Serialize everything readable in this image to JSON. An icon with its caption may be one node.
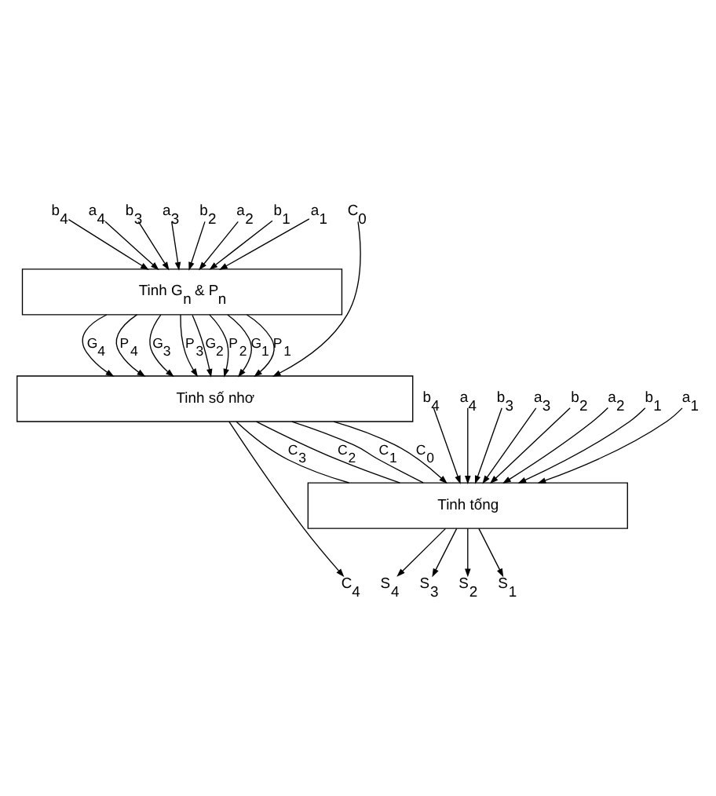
{
  "diagram": {
    "nodes": [
      {
        "text": [
          "b$_{4}$"
        ]
      },
      {
        "text": [
          "a$_{4}$"
        ]
      },
      {
        "text": [
          "b$_{3}$"
        ]
      },
      {
        "text": [
          "a$_{3}$"
        ]
      },
      {
        "text": [
          "b$_{2}$"
        ]
      },
      {
        "text": [
          "a$_{2}$"
        ]
      },
      {
        "text": [
          "b$_{1}$"
        ]
      },
      {
        "text": [
          "a$_{1}$"
        ]
      },
      {
        "text": [
          "C$_{0}$"
        ]
      },
      {
        "text": [
          "Tinh G$_{n}$ & P$_{n}$"
        ]
      },
      {
        "text": [
          "Tinh số nhơ"
        ]
      },
      {
        "text": [
          "b$_{4}$"
        ]
      },
      {
        "text": [
          "a$_{4}$"
        ]
      },
      {
        "text": [
          "b$_{3}$"
        ]
      },
      {
        "text": [
          "a$_{3}$"
        ]
      },
      {
        "text": [
          "b$_{2}$"
        ]
      },
      {
        "text": [
          "a$_{2}$"
        ]
      },
      {
        "text": [
          "b$_{1}$"
        ]
      },
      {
        "text": [
          "a$_{1}$"
        ]
      },
      {
        "text": [
          "Tinh tống"
        ]
      },
      {
        "text": [
          "C$_{4}$"
        ]
      },
      {
        "text": [
          "S$_{4}$"
        ]
      },
      {
        "text": [
          "S$_{3}$"
        ]
      },
      {
        "text": [
          "S$_{2}$"
        ]
      },
      {
        "text": [
          "S$_{1}$"
        ]
      }
    ],
    "edges": [
      {
        "from": 0,
        "to": 9,
        "arrow": "to"
      },
      {
        "from": 1,
        "to": 9,
        "arrow": "to"
      },
      {
        "from": 2,
        "to": 9,
        "arrow": "to"
      },
      {
        "from": 3,
        "to": 9,
        "arrow": "to"
      },
      {
        "from": 4,
        "to": 9,
        "arrow": "to"
      },
      {
        "from": 5,
        "to": 9,
        "arrow": "to"
      },
      {
        "from": 6,
        "to": 9,
        "arrow": "to"
      },
      {
        "from": 7,
        "to": 9,
        "arrow": "to"
      },
      {
        "from": 8,
        "to": 10,
        "arrow": "to"
      },
      {
        "from": 9,
        "to": 10,
        "arrow": "to",
        "label": "G$_{4}$"
      },
      {
        "from": 9,
        "to": 10,
        "arrow": "to",
        "label": "P$_{4}$"
      },
      {
        "from": 9,
        "to": 10,
        "arrow": "to",
        "label": "G$_{3}$"
      },
      {
        "from": 9,
        "to": 10,
        "arrow": "to",
        "label": "P$_{3}$"
      },
      {
        "from": 9,
        "to": 10,
        "arrow": "to",
        "label": "G$_{2}$"
      },
      {
        "from": 9,
        "to": 10,
        "arrow": "to",
        "label": "P$_{2}$"
      },
      {
        "from": 9,
        "to": 10,
        "arrow": "to",
        "label": "G$_{1}$"
      },
      {
        "from": 9,
        "to": 10,
        "arrow": "to",
        "label": "P$_{1}$"
      },
      {
        "from": 10,
        "to": 20,
        "arrow": "to"
      },
      {
        "from": 11,
        "to": 19,
        "arrow": "to"
      },
      {
        "from": 12,
        "to": 19,
        "arrow": "to"
      },
      {
        "from": 10,
        "to": 19,
        "arrow": "none",
        "label": "C$_{3}$"
      },
      {
        "from": 13,
        "to": 19,
        "arrow": "to"
      },
      {
        "from": 14,
        "to": 19,
        "arrow": "to"
      },
      {
        "from": 10,
        "to": 19,
        "arrow": "none",
        "label": "C$_{2}$"
      },
      {
        "from": 15,
        "to": 19,
        "arrow": "to"
      },
      {
        "from": 16,
        "to": 19,
        "arrow": "to"
      },
      {
        "from": 10,
        "to": 19,
        "arrow": "none",
        "label": "C$_{1}$"
      },
      {
        "from": 17,
        "to": 19,
        "arrow": "to"
      },
      {
        "from": 18,
        "to": 19,
        "arrow": "to"
      },
      {
        "from": 10,
        "to": 19,
        "arrow": "to",
        "label": "C$_{0}$"
      },
      {
        "from": 19,
        "to": 21,
        "arrow": "to"
      },
      {
        "from": 19,
        "to": 22,
        "arrow": "to"
      },
      {
        "from": 19,
        "to": 23,
        "arrow": "to"
      },
      {
        "from": 19,
        "to": 24,
        "arrow": "to"
      }
    ]
  }
}
